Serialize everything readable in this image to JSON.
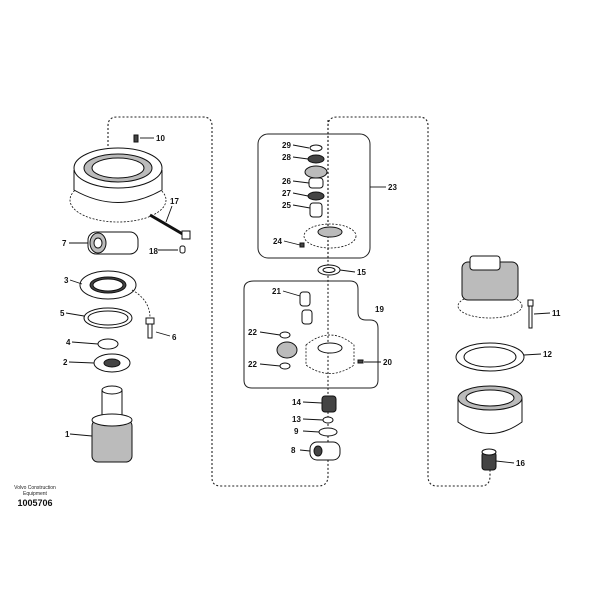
{
  "caption": {
    "company": "Volvo Construction Equipment",
    "drawing_number": "1005706"
  },
  "callouts": [
    "1",
    "2",
    "3",
    "4",
    "5",
    "6",
    "7",
    "8",
    "9",
    "10",
    "11",
    "12",
    "13",
    "14",
    "15",
    "16",
    "17",
    "18",
    "19",
    "20",
    "21",
    "22",
    "22",
    "23",
    "24",
    "25",
    "26",
    "27",
    "28",
    "29"
  ]
}
